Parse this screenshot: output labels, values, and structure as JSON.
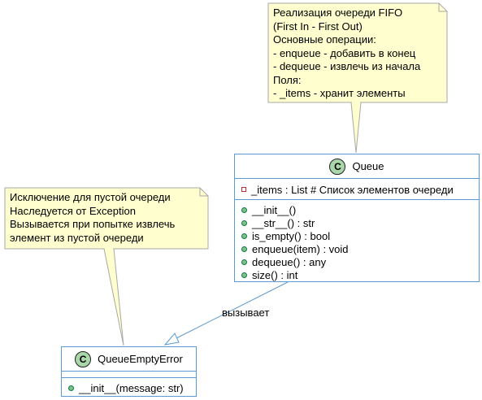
{
  "notes": {
    "queue_note": {
      "lines": [
        "Реализация очереди FIFO",
        "(First In - First Out)",
        "Основные операции:",
        "- enqueue - добавить в конец",
        "- dequeue - извлечь из начала",
        "Поля:",
        "- _items - хранит элементы"
      ]
    },
    "error_note": {
      "lines": [
        "Исключение для пустой очереди",
        "Наследуется от Exception",
        "Вызывается при попытке извлечь",
        "элемент из пустой очереди"
      ]
    }
  },
  "classes": {
    "queue": {
      "icon_letter": "C",
      "name": "Queue",
      "fields": [
        "_items : List # Список элементов очереди"
      ],
      "methods": [
        "__init__()",
        "__str__() : str",
        "is_empty() : bool",
        "enqueue(item) : void",
        "dequeue() : any",
        "size() : int"
      ]
    },
    "queue_empty_error": {
      "icon_letter": "C",
      "name": "QueueEmptyError",
      "fields": [],
      "methods": [
        "__init__(message: str)"
      ]
    }
  },
  "relation": {
    "label": "вызывает",
    "from": "Queue",
    "to": "QueueEmptyError"
  },
  "colors": {
    "note_fill": "#fefece",
    "note_border": "#a8a8a8",
    "class_border": "#5b9bd5",
    "class_icon": "#aad7aa",
    "method_icon": "#84be84",
    "field_icon": "#c82930",
    "relation_line": "#5b9bd5"
  }
}
